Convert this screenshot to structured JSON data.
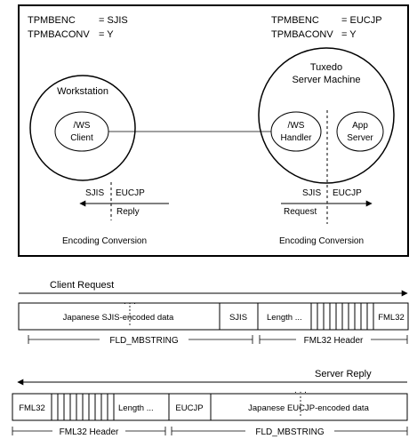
{
  "top_panel": {
    "left_config": {
      "line1_key": "TPMBENC",
      "line1_val": "= SJIS",
      "line2_key": "TPMBACONV",
      "line2_val": "= Y"
    },
    "right_config": {
      "line1_key": "TPMBENC",
      "line1_val": "= EUCJP",
      "line2_key": "TPMBACONV",
      "line2_val": "= Y"
    },
    "workstation": {
      "title": "Workstation",
      "client_line1": "/WS",
      "client_line2": "Client"
    },
    "server": {
      "title_line1": "Tuxedo",
      "title_line2": "Server Machine",
      "handler_line1": "/WS",
      "handler_line2": "Handler",
      "app_line1": "App",
      "app_line2": "Server"
    },
    "left_conversion": {
      "from": "SJIS",
      "to": "EUCJP",
      "direction_label": "Reply",
      "caption": "Encoding Conversion"
    },
    "right_conversion": {
      "from": "SJIS",
      "to": "EUCJP",
      "direction_label": "Request",
      "caption": "Encoding Conversion"
    }
  },
  "client_request": {
    "title": "Client Request",
    "data_label": "Japanese SJIS-encoded data",
    "encoding_label": "SJIS",
    "length_label": "Length ...",
    "fml_label": "FML32",
    "brace_left": "FLD_MBSTRING",
    "brace_right": "FML32 Header",
    "ellipsis": ". . ."
  },
  "server_reply": {
    "title": "Server Reply",
    "fml_label": "FML32",
    "length_label": "Length ...",
    "encoding_label": "EUCJP",
    "data_label": "Japanese EUCJP-encoded data",
    "brace_left": "FML32 Header",
    "brace_right": "FLD_MBSTRING",
    "ellipsis": ". . ."
  }
}
